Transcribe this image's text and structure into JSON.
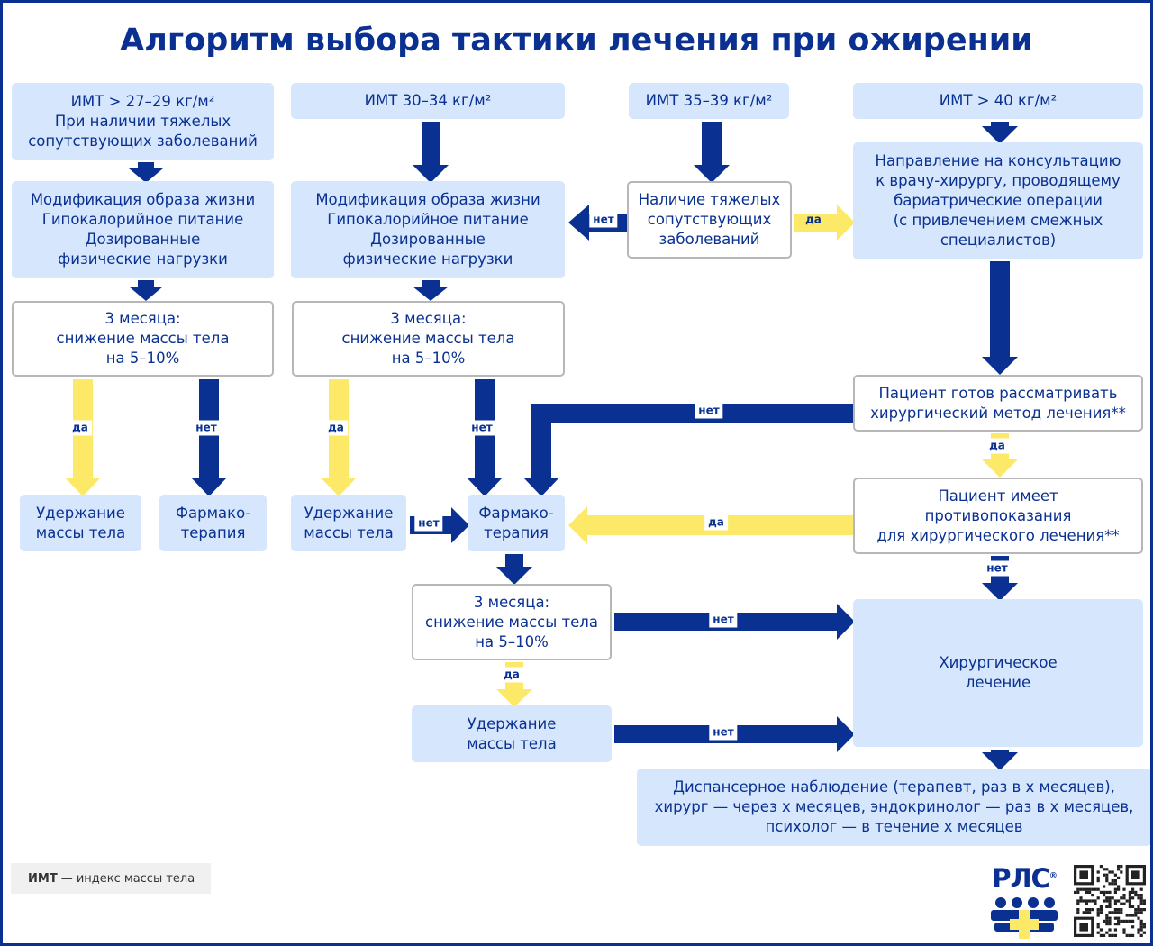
{
  "title": "Алгоритм выбора тактики лечения при ожирении",
  "boxes": {
    "b1": "ИМТ > 27–29 кг/м²\nПри наличии тяжелых\nсопутствующих заболеваний",
    "b2": "ИМТ 30–34 кг/м²",
    "b3": "ИМТ 35–39 кг/м²",
    "b4": "ИМТ > 40 кг/м²",
    "c1": "Модификация образа жизни\nГипокалорийное питание\nДозированные\nфизические нагрузки",
    "c2": "Модификация образа жизни\nГипокалорийное питание\nДозированные\nфизические нагрузки",
    "c3": "Наличие тяжелых\nсопутствующих\nзаболеваний",
    "c4": "Направление на консультацию\nк врачу-хирургу, проводящему\nбариатрические операции\n(с привлечением смежных\nспециалистов)",
    "d1": "3 месяца:\nснижение массы тела\nна 5–10%",
    "d2": "3 месяца:\nснижение массы тела\nна 5–10%",
    "e4": "Пациент готов рассматривать\nхирургический метод лечения**",
    "f1": "Удержание\nмассы тела",
    "f2": "Фармако-\nтерапия",
    "f3": "Удержание\nмассы тела",
    "f4": "Фармако-\nтерапия",
    "g4": "Пациент имеет\nпротивопоказания\nдля хирургического лечения**",
    "h1": "3 месяца:\nснижение массы тела\nна 5–10%",
    "i1": "Хирургическое\nлечение",
    "j1": "Удержание\nмассы тела",
    "k1": "Диспансерное наблюдение (терапевт, раз в х месяцев),\nхирург — через х месяцев, эндокринолог — раз в х месяцев,\nпсихолог — в течение х месяцев"
  },
  "labels": {
    "l1": "нет",
    "l2": "да",
    "l3": "да",
    "l4": "нет",
    "l5": "да",
    "l6": "нет",
    "l7": "нет",
    "l8": "да",
    "l9": "нет",
    "l10": "да",
    "l11": "нет",
    "l12": "нет",
    "l13": "да",
    "l14": "нет"
  },
  "legend": {
    "abbr": "ИМТ",
    "text": "— индекс массы тела"
  },
  "logo": {
    "text": "РЛС",
    "reg": "®"
  },
  "colors": {
    "blue": "#0a3191",
    "yellow": "#fde968",
    "box_fill": "#d6e6fd",
    "border": "#b7b7b7"
  }
}
